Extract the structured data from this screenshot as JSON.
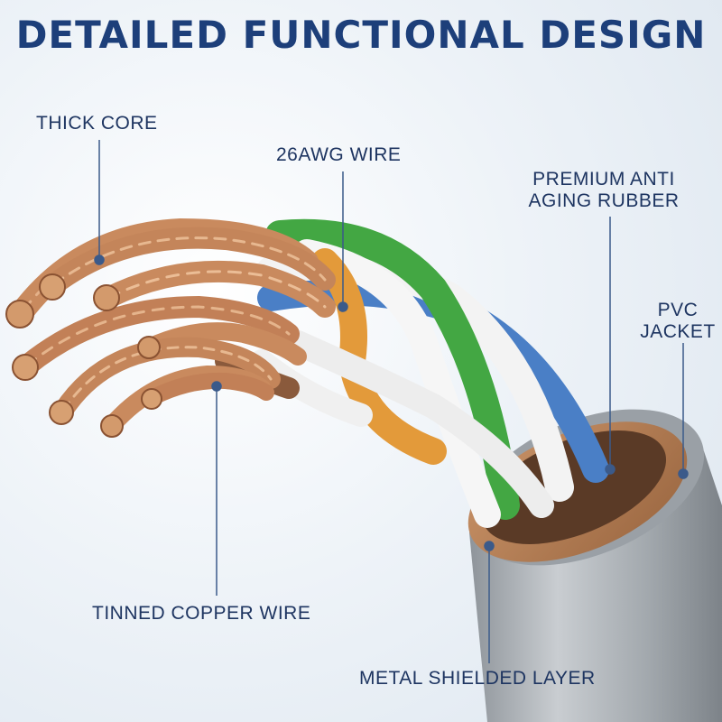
{
  "title": "DETAILED FUNCTIONAL DESIGN",
  "labels": {
    "thick_core": "THICK CORE",
    "awg_wire": "26AWG WIRE",
    "rubber_line1": "PREMIUM ANTI",
    "rubber_line2": "AGING RUBBER",
    "pvc_line1": "PVC",
    "pvc_line2": "JACKET",
    "tinned_copper": "TINNED COPPER WIRE",
    "metal_shield": "METAL SHIELDED LAYER"
  },
  "colors": {
    "title": "#1d3f7a",
    "label_text": "#1e3561",
    "leader_line": "#3b5a8a",
    "copper": "#c98a5e",
    "copper_dark": "#8a5232",
    "wire_orange": "#e39a3a",
    "wire_green": "#43a743",
    "wire_blue": "#4a7fc6",
    "wire_white": "#f4f4f4",
    "shield": "#b07a52",
    "jacket": "#9ea4aa"
  }
}
